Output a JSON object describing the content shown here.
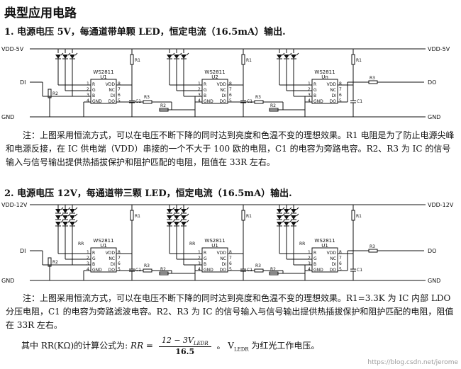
{
  "title": "典型应用电路",
  "section1": {
    "heading": "1.  电源电压 5V，每通道带单颗 LED，恒定电流（16.5mA）输出.",
    "vdd_left": "VDD-5V",
    "vdd_right": "VDD-5V",
    "gnd_left": "GND",
    "gnd_right": "GND",
    "di": "DI",
    "do": "DO",
    "ics": [
      {
        "name": "WS2811",
        "ref": "U1"
      },
      {
        "name": "WS2811",
        "ref": "U2"
      },
      {
        "name": "WS2811",
        "ref": "Un"
      }
    ],
    "note": "注：上图采用恒流方式，可以在电压不断下降的同时达到亮度和色温不变的理想效果。R1 电阻是为了防止电源尖峰和电源反接，在 IC 供电端（VDD）串接的一个不大于 100 欧的电阻，C1 的电容为旁路电容。R2、R3 为 IC 的信号输入与信号输出提供热插拔保护和阻护匹配的电阻，阻值在 33R 左右。"
  },
  "section2": {
    "heading": "2.  电源电压 12V，每通道带三颗 LED，恒定电流（16.5mA）输出.",
    "vdd_left": "VDD-12V",
    "vdd_right": "VDD-12V",
    "gnd_left": "GND",
    "gnd_right": "GND",
    "di": "DI",
    "do": "DO",
    "ics": [
      {
        "name": "WS2811",
        "ref": "U1"
      },
      {
        "name": "WS2811",
        "ref": "U1"
      },
      {
        "name": "WS2811",
        "ref": "U1"
      }
    ],
    "note": "注：上图采用恒流方式，可以在电压不断下降的同时达到亮度和色温不变的理想效果。R1=3.3K 为 IC 内部 LDO 分压电阻，C1 的电容为旁路滤波电容。R2、R3 为 IC 的信号输入与信号输出提供热插拔保护和阻护匹配的电阻，阻值在 33R 左右。",
    "formula_prefix": "其中 RR(KΩ)的计算公式为:",
    "formula_lhs": "RR =",
    "formula_num": "12 − 3V",
    "formula_num_sub": "LEDR",
    "formula_den": "16.5",
    "formula_suffix": "。 V",
    "formula_suffix_sub": "LEDR",
    "formula_suffix_end": " 为红光工作电压。"
  },
  "labels": {
    "r1": "R1",
    "r2": "R2",
    "r3": "R3",
    "c1": "C1",
    "rr": "RR",
    "pins_left": [
      "R",
      "G",
      "B",
      "GND"
    ],
    "pins_right": [
      "VDD",
      "NC",
      "DI",
      "DO"
    ],
    "pins_left_num": [
      "1",
      "2",
      "3",
      "4"
    ],
    "pins_right_num": [
      "8",
      "7",
      "6",
      "5"
    ]
  },
  "watermark": "https://blog.csdn.net/jerome"
}
